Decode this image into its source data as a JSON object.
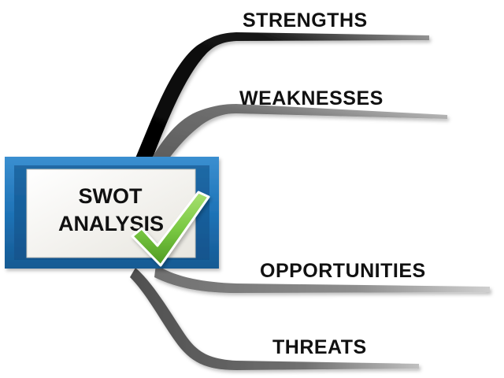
{
  "center": {
    "line1": "SWOT",
    "line2": "ANALYSIS",
    "frame_color": "#1f73b7",
    "panel_color": "#f4f3ef",
    "check_icon": "checkmark-icon",
    "check_color": "#7ac943"
  },
  "branches": [
    {
      "label": "STRENGTHS",
      "color": "#111111"
    },
    {
      "label": "WEAKNESSES",
      "color": "#6e6e6e"
    },
    {
      "label": "OPPORTUNITIES",
      "color": "#8a8a8a"
    },
    {
      "label": "THREATS",
      "color": "#6e6e6e"
    }
  ]
}
